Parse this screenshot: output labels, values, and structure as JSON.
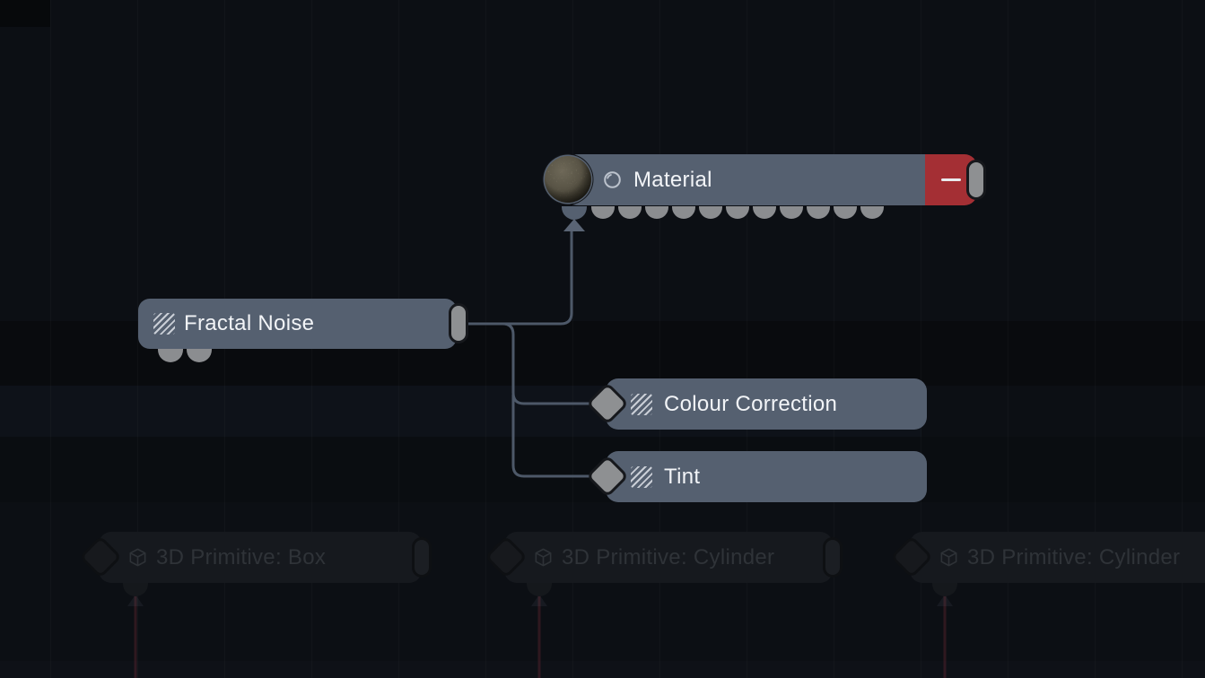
{
  "app": {
    "view": "node-graph-editor"
  },
  "colors": {
    "background": "#0c0f14",
    "node_fill": "#556070",
    "node_label": "#f2f4f7",
    "remove_red": "#a42f34",
    "connector_gray": "#8e9092",
    "connector_border": "#16181c",
    "port_gray": "#8b8d90",
    "wire": "#4d5868",
    "arrow": "#5a6474",
    "wire_dim": "rgba(130,45,58,0.30)",
    "dimmed_node_fill": "#16191e",
    "dimmed_label": "#2f3338"
  },
  "nodes": [
    {
      "id": "material",
      "label": "Material",
      "icon": "sphere-icon",
      "thumbnail": "textured-sphere-preview",
      "remove_icon": "minus-icon",
      "input_port_count": 12,
      "connected_ports": 1,
      "state": "active"
    },
    {
      "id": "fractal-noise",
      "label": "Fractal Noise",
      "icon": "texture-icon",
      "bottom_port_count": 2,
      "state": "active"
    },
    {
      "id": "colour-correction",
      "label": "Colour Correction",
      "icon": "texture-icon",
      "state": "active"
    },
    {
      "id": "tint",
      "label": "Tint",
      "icon": "texture-icon",
      "state": "active"
    },
    {
      "id": "primitive-box",
      "label": "3D Primitive: Box",
      "icon": "cube-icon",
      "state": "dimmed"
    },
    {
      "id": "primitive-cylinder-1",
      "label": "3D Primitive: Cylinder",
      "icon": "cube-icon",
      "state": "dimmed"
    },
    {
      "id": "primitive-cylinder-2",
      "label": "3D Primitive: Cylinder",
      "icon": "cube-icon",
      "state": "dimmed"
    }
  ],
  "connections": [
    {
      "from": "fractal-noise",
      "to": "material"
    },
    {
      "from": "fractal-noise",
      "to": "colour-correction"
    },
    {
      "from": "fractal-noise",
      "to": "tint"
    }
  ]
}
